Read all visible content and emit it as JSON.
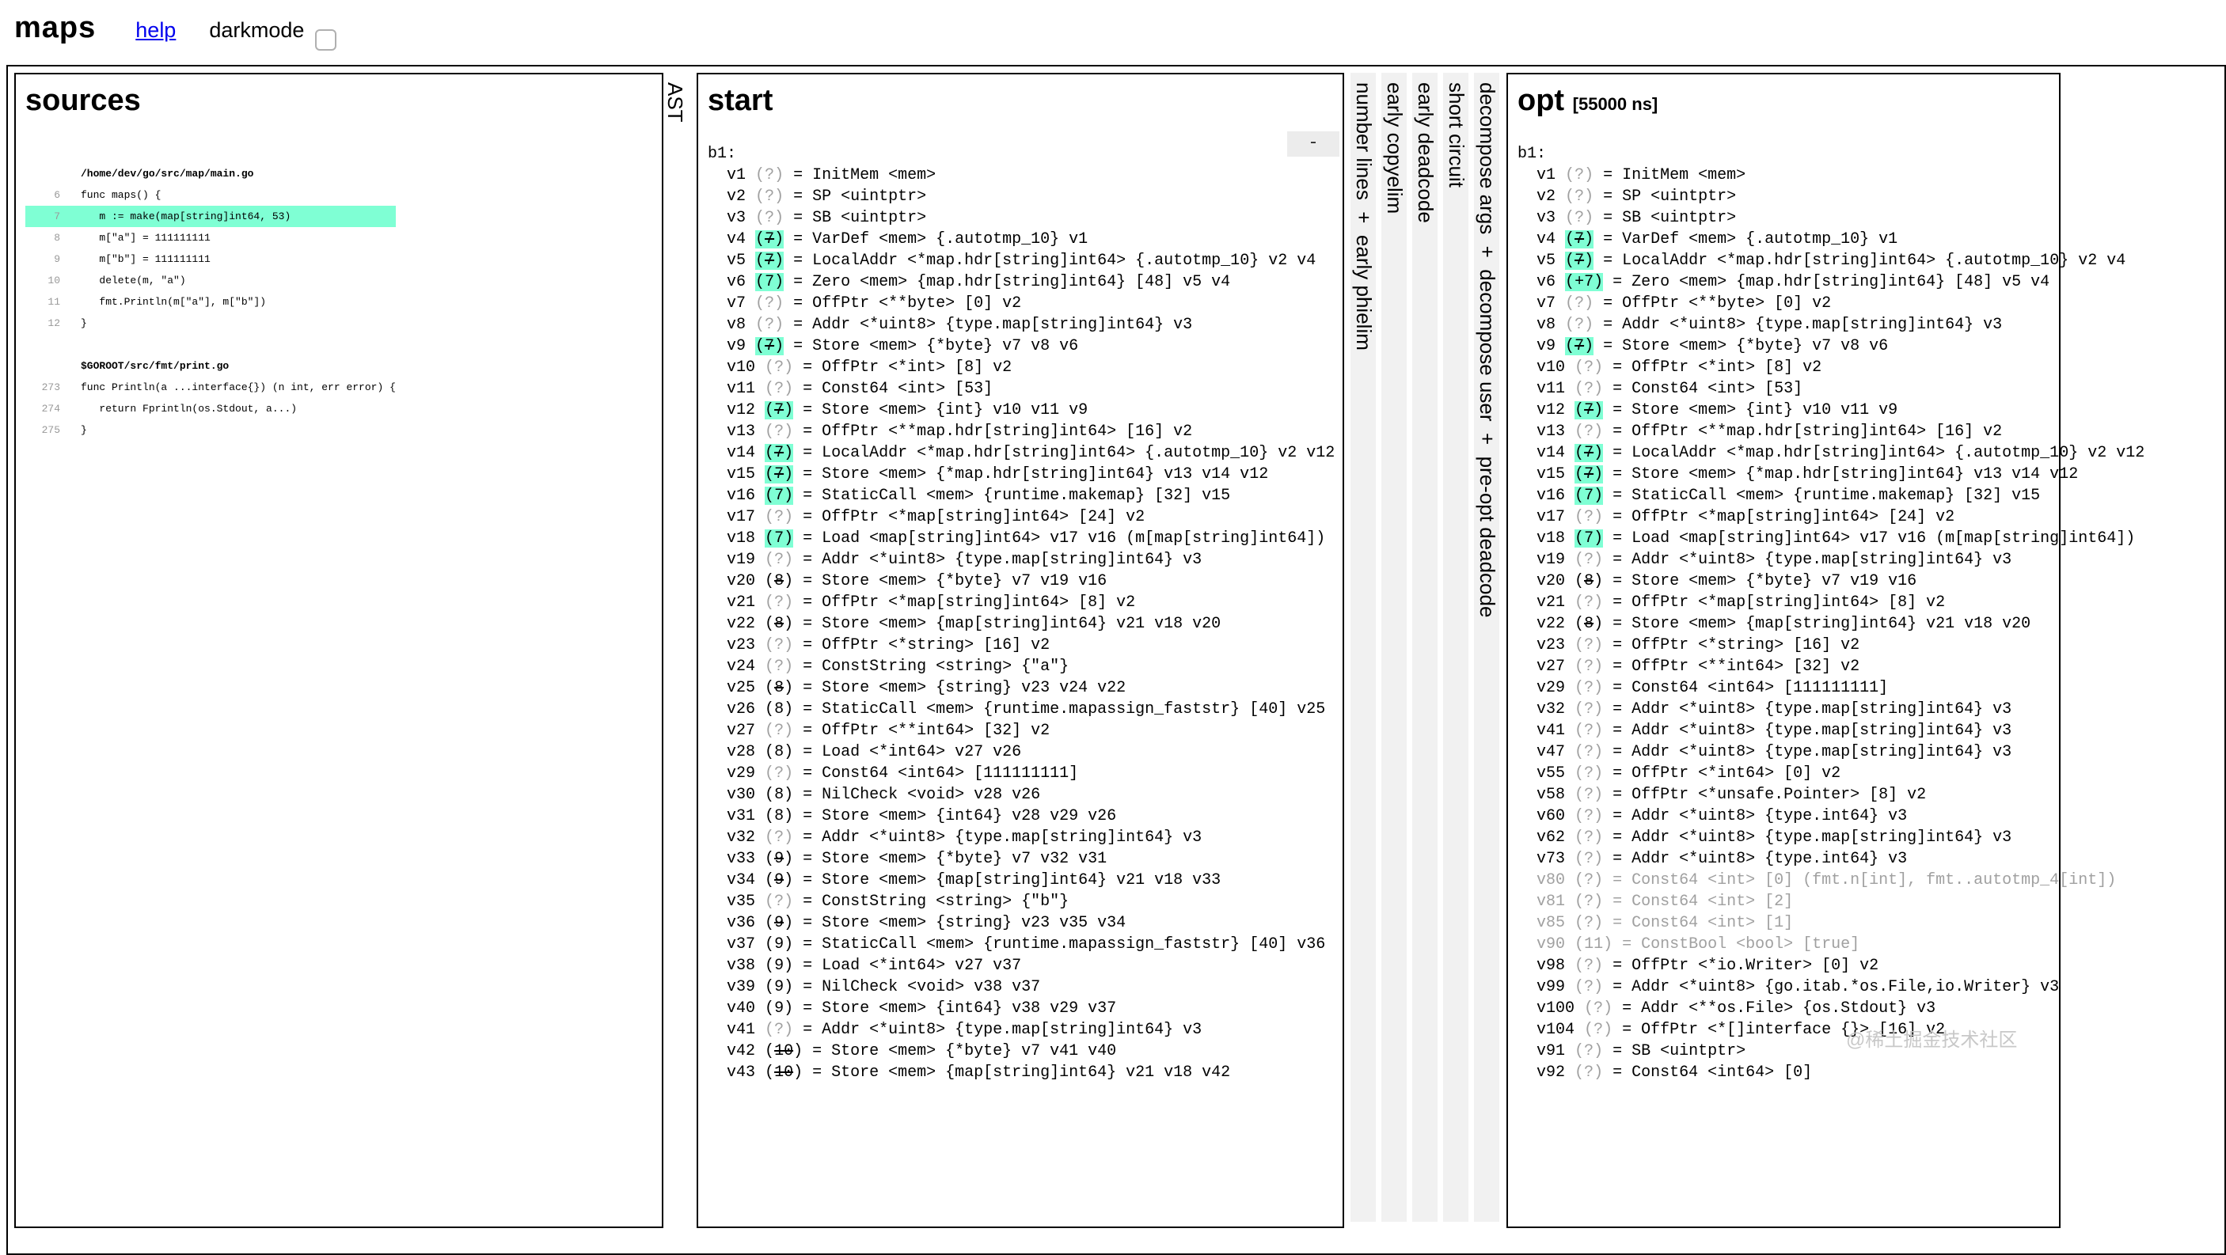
{
  "header": {
    "title": "maps",
    "help_label": "help",
    "darkmode_label": "darkmode"
  },
  "colors": {
    "highlight": "#7FFFD4",
    "muted": "#a0a0a0",
    "link": "#0000ee",
    "panel_border": "#000000",
    "strip_bg": "#f1f1f1",
    "button_bg": "#ececec"
  },
  "sources": {
    "title": "sources",
    "rows": [
      {
        "num": "",
        "code": "",
        "kind": "blank"
      },
      {
        "num": "",
        "code": "/home/dev/go/src/map/main.go",
        "kind": "path"
      },
      {
        "num": "6",
        "code": "func maps() {",
        "kind": "code"
      },
      {
        "num": "7",
        "code": "   m := make(map[string]int64, 53)",
        "kind": "code",
        "highlight": true
      },
      {
        "num": "8",
        "code": "   m[\"a\"] = 111111111",
        "kind": "code"
      },
      {
        "num": "9",
        "code": "   m[\"b\"] = 111111111",
        "kind": "code"
      },
      {
        "num": "10",
        "code": "   delete(m, \"a\")",
        "kind": "code"
      },
      {
        "num": "11",
        "code": "   fmt.Println(m[\"a\"], m[\"b\"])",
        "kind": "code"
      },
      {
        "num": "12",
        "code": "}",
        "kind": "code"
      },
      {
        "num": "",
        "code": "",
        "kind": "blank"
      },
      {
        "num": "",
        "code": "$GOROOT/src/fmt/print.go",
        "kind": "path"
      },
      {
        "num": "273",
        "code": "func Println(a ...interface{}) (n int, err error) {",
        "kind": "code"
      },
      {
        "num": "274",
        "code": "   return Fprintln(os.Stdout, a...)",
        "kind": "code"
      },
      {
        "num": "275",
        "code": "}",
        "kind": "code"
      }
    ]
  },
  "ast_column": {
    "label": "AST"
  },
  "collapsed_phases": [
    "number lines  +  early phielim",
    "early copyelim",
    "early deadcode",
    "short circuit",
    "decompose args  +  decompose user  +  pre-opt deadcode"
  ],
  "start_panel": {
    "title": "start",
    "collapse_label": "-",
    "block_label": "b1:",
    "values": [
      [
        "v1",
        "?",
        "",
        "InitMem <mem>"
      ],
      [
        "v2",
        "?",
        "",
        "SP <uintptr>"
      ],
      [
        "v3",
        "?",
        "",
        "SB <uintptr>"
      ],
      [
        "v4",
        "7",
        "sh",
        "VarDef <mem> {.autotmp_10} v1"
      ],
      [
        "v5",
        "7",
        "sh",
        "LocalAddr <*map.hdr[string]int64> {.autotmp_10} v2 v4"
      ],
      [
        "v6",
        "7",
        "h",
        "Zero <mem> {map.hdr[string]int64} [48] v5 v4"
      ],
      [
        "v7",
        "?",
        "",
        "OffPtr <**byte> [0] v2"
      ],
      [
        "v8",
        "?",
        "",
        "Addr <*uint8> {type.map[string]int64} v3"
      ],
      [
        "v9",
        "7",
        "sh",
        "Store <mem> {*byte} v7 v8 v6"
      ],
      [
        "v10",
        "?",
        "",
        "OffPtr <*int> [8] v2"
      ],
      [
        "v11",
        "?",
        "",
        "Const64 <int> [53]"
      ],
      [
        "v12",
        "7",
        "sh",
        "Store <mem> {int} v10 v11 v9"
      ],
      [
        "v13",
        "?",
        "",
        "OffPtr <**map.hdr[string]int64> [16] v2"
      ],
      [
        "v14",
        "7",
        "sh",
        "LocalAddr <*map.hdr[string]int64> {.autotmp_10} v2 v12"
      ],
      [
        "v15",
        "7",
        "sh",
        "Store <mem> {*map.hdr[string]int64} v13 v14 v12"
      ],
      [
        "v16",
        "7",
        "h",
        "StaticCall <mem> {runtime.makemap} [32] v15"
      ],
      [
        "v17",
        "?",
        "",
        "OffPtr <*map[string]int64> [24] v2"
      ],
      [
        "v18",
        "7",
        "h",
        "Load <map[string]int64> v17 v16 (m[map[string]int64])"
      ],
      [
        "v19",
        "?",
        "",
        "Addr <*uint8> {type.map[string]int64} v3"
      ],
      [
        "v20",
        "8",
        "s",
        "Store <mem> {*byte} v7 v19 v16"
      ],
      [
        "v21",
        "?",
        "",
        "OffPtr <*map[string]int64> [8] v2"
      ],
      [
        "v22",
        "8",
        "s",
        "Store <mem> {map[string]int64} v21 v18 v20"
      ],
      [
        "v23",
        "?",
        "",
        "OffPtr <*string> [16] v2"
      ],
      [
        "v24",
        "?",
        "",
        "ConstString <string> {\"a\"}"
      ],
      [
        "v25",
        "8",
        "s",
        "Store <mem> {string} v23 v24 v22"
      ],
      [
        "v26",
        "8",
        "",
        "StaticCall <mem> {runtime.mapassign_faststr} [40] v25"
      ],
      [
        "v27",
        "?",
        "",
        "OffPtr <**int64> [32] v2"
      ],
      [
        "v28",
        "8",
        "",
        "Load <*int64> v27 v26"
      ],
      [
        "v29",
        "?",
        "",
        "Const64 <int64> [111111111]"
      ],
      [
        "v30",
        "8",
        "",
        "NilCheck <void> v28 v26"
      ],
      [
        "v31",
        "8",
        "",
        "Store <mem> {int64} v28 v29 v26"
      ],
      [
        "v32",
        "?",
        "",
        "Addr <*uint8> {type.map[string]int64} v3"
      ],
      [
        "v33",
        "9",
        "s",
        "Store <mem> {*byte} v7 v32 v31"
      ],
      [
        "v34",
        "9",
        "s",
        "Store <mem> {map[string]int64} v21 v18 v33"
      ],
      [
        "v35",
        "?",
        "",
        "ConstString <string> {\"b\"}"
      ],
      [
        "v36",
        "9",
        "s",
        "Store <mem> {string} v23 v35 v34"
      ],
      [
        "v37",
        "9",
        "",
        "StaticCall <mem> {runtime.mapassign_faststr} [40] v36"
      ],
      [
        "v38",
        "9",
        "",
        "Load <*int64> v27 v37"
      ],
      [
        "v39",
        "9",
        "",
        "NilCheck <void> v38 v37"
      ],
      [
        "v40",
        "9",
        "",
        "Store <mem> {int64} v38 v29 v37"
      ],
      [
        "v41",
        "?",
        "",
        "Addr <*uint8> {type.map[string]int64} v3"
      ],
      [
        "v42",
        "10",
        "s",
        "Store <mem> {*byte} v7 v41 v40"
      ],
      [
        "v43",
        "10",
        "s",
        "Store <mem> {map[string]int64} v21 v18 v42"
      ]
    ]
  },
  "opt_panel": {
    "title": "opt",
    "stats": "[55000 ns]",
    "block_label": "b1:",
    "values": [
      [
        "v1",
        "?",
        "",
        "InitMem <mem>"
      ],
      [
        "v2",
        "?",
        "",
        "SP <uintptr>"
      ],
      [
        "v3",
        "?",
        "",
        "SB <uintptr>"
      ],
      [
        "v4",
        "7",
        "sh",
        "VarDef <mem> {.autotmp_10} v1"
      ],
      [
        "v5",
        "7",
        "sh",
        "LocalAddr <*map.hdr[string]int64> {.autotmp_10} v2 v4"
      ],
      [
        "v6",
        "+7",
        "h",
        "Zero <mem> {map.hdr[string]int64} [48] v5 v4"
      ],
      [
        "v7",
        "?",
        "",
        "OffPtr <**byte> [0] v2"
      ],
      [
        "v8",
        "?",
        "",
        "Addr <*uint8> {type.map[string]int64} v3"
      ],
      [
        "v9",
        "7",
        "sh",
        "Store <mem> {*byte} v7 v8 v6"
      ],
      [
        "v10",
        "?",
        "",
        "OffPtr <*int> [8] v2"
      ],
      [
        "v11",
        "?",
        "",
        "Const64 <int> [53]"
      ],
      [
        "v12",
        "7",
        "sh",
        "Store <mem> {int} v10 v11 v9"
      ],
      [
        "v13",
        "?",
        "",
        "OffPtr <**map.hdr[string]int64> [16] v2"
      ],
      [
        "v14",
        "7",
        "sh",
        "LocalAddr <*map.hdr[string]int64> {.autotmp_10} v2 v12"
      ],
      [
        "v15",
        "7",
        "sh",
        "Store <mem> {*map.hdr[string]int64} v13 v14 v12"
      ],
      [
        "v16",
        "7",
        "h",
        "StaticCall <mem> {runtime.makemap} [32] v15"
      ],
      [
        "v17",
        "?",
        "",
        "OffPtr <*map[string]int64> [24] v2"
      ],
      [
        "v18",
        "7",
        "h",
        "Load <map[string]int64> v17 v16 (m[map[string]int64])"
      ],
      [
        "v19",
        "?",
        "",
        "Addr <*uint8> {type.map[string]int64} v3"
      ],
      [
        "v20",
        "8",
        "s",
        "Store <mem> {*byte} v7 v19 v16"
      ],
      [
        "v21",
        "?",
        "",
        "OffPtr <*map[string]int64> [8] v2"
      ],
      [
        "v22",
        "8",
        "s",
        "Store <mem> {map[string]int64} v21 v18 v20"
      ],
      [
        "v23",
        "?",
        "",
        "OffPtr <*string> [16] v2"
      ],
      [
        "v27",
        "?",
        "",
        "OffPtr <**int64> [32] v2"
      ],
      [
        "v29",
        "?",
        "",
        "Const64 <int64> [111111111]"
      ],
      [
        "v32",
        "?",
        "",
        "Addr <*uint8> {type.map[string]int64} v3"
      ],
      [
        "v41",
        "?",
        "",
        "Addr <*uint8> {type.map[string]int64} v3"
      ],
      [
        "v47",
        "?",
        "",
        "Addr <*uint8> {type.map[string]int64} v3"
      ],
      [
        "v55",
        "?",
        "",
        "OffPtr <*int64> [0] v2"
      ],
      [
        "v58",
        "?",
        "",
        "OffPtr <*unsafe.Pointer> [8] v2"
      ],
      [
        "v60",
        "?",
        "",
        "Addr <*uint8> {type.int64} v3"
      ],
      [
        "v62",
        "?",
        "",
        "Addr <*uint8> {type.map[string]int64} v3"
      ],
      [
        "v73",
        "?",
        "",
        "Addr <*uint8> {type.int64} v3"
      ],
      [
        "v80",
        "?",
        "d",
        "Const64 <int> [0] (fmt.n[int], fmt..autotmp_4[int])"
      ],
      [
        "v81",
        "?",
        "d",
        "Const64 <int> [2]"
      ],
      [
        "v85",
        "?",
        "d",
        "Const64 <int> [1]"
      ],
      [
        "v90",
        "11",
        "d",
        "ConstBool <bool> [true]"
      ],
      [
        "v98",
        "?",
        "",
        "OffPtr <*io.Writer> [0] v2"
      ],
      [
        "v99",
        "?",
        "",
        "Addr <*uint8> {go.itab.*os.File,io.Writer} v3"
      ],
      [
        "v100",
        "?",
        "",
        "Addr <**os.File> {os.Stdout} v3"
      ],
      [
        "v104",
        "?",
        "",
        "OffPtr <*[]interface {}> [16] v2"
      ],
      [
        "v91",
        "?",
        "",
        "SB <uintptr>"
      ],
      [
        "v92",
        "?",
        "",
        "Const64 <int64> [0]"
      ]
    ]
  },
  "watermark": "@稀土掘金技术社区"
}
